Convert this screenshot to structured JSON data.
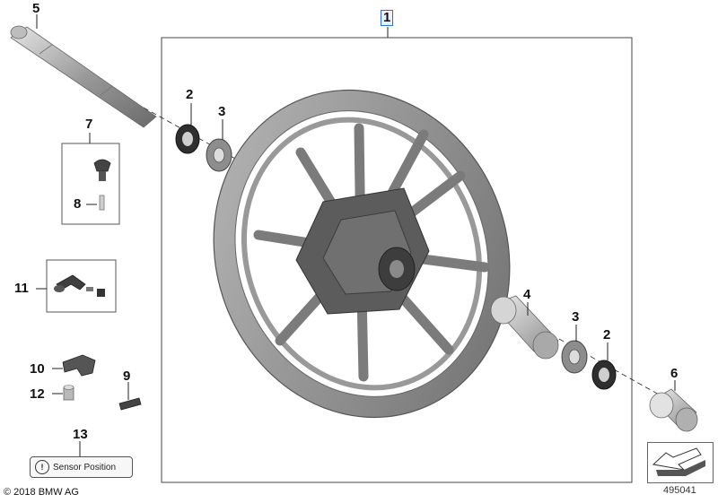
{
  "callouts": {
    "c1": "1",
    "c2a": "2",
    "c3a": "3",
    "c4": "4",
    "c3b": "3",
    "c2b": "2",
    "c5": "5",
    "c6": "6",
    "c7": "7",
    "c8": "8",
    "c9": "9",
    "c10": "10",
    "c11": "11",
    "c12": "12",
    "c13": "13"
  },
  "sensor_label": "Sensor Position",
  "sensor_icon": "tire-pressure-warning-icon",
  "sensor_icon_glyph": "!",
  "copyright": "© 2018 BMW AG",
  "document_number": "495041",
  "colors": {
    "highlight": "#2f6fd6",
    "part_grey": "#8a8a8a",
    "dark_part": "#3a3a3a"
  }
}
